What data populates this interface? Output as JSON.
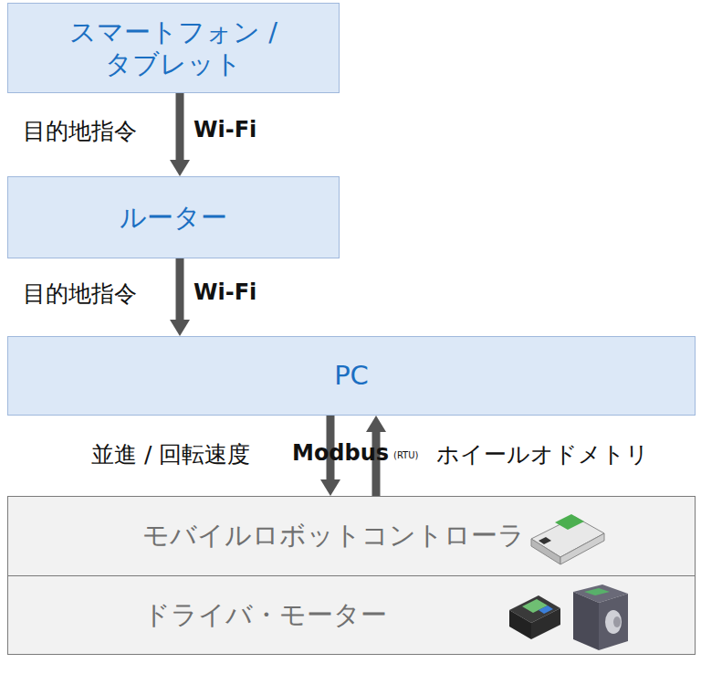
{
  "diagram": {
    "nodes": [
      {
        "text": [
          "スマートフォン / タブレット"
        ]
      },
      {
        "text": [
          "ルーター"
        ]
      },
      {
        "text": [
          "PC"
        ]
      },
      {
        "text": [
          "モバイルロボットコントローラ"
        ]
      },
      {
        "text": [
          "ドライバ・モーター"
        ]
      }
    ],
    "edges": [
      {
        "from": 0,
        "to": 1,
        "label": "目的地指令",
        "arrow": "to"
      },
      {
        "from": 1,
        "to": 2,
        "label": "目的地指令",
        "arrow": "to"
      },
      {
        "from": 2,
        "to": 3,
        "label": "並進 / 回転速度",
        "arrow": "to"
      },
      {
        "from": 3,
        "to": 2,
        "label": "ホイールオドメトリ",
        "arrow": "to"
      }
    ],
    "labels": [
      "Wi-Fi",
      "Wi-Fi",
      "Modbus",
      "(RTU)"
    ]
  }
}
